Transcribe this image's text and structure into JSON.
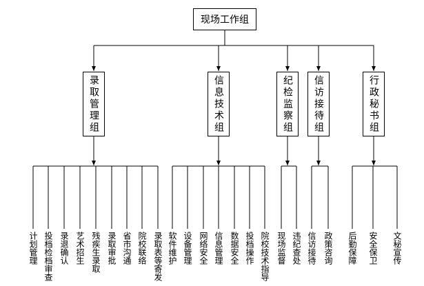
{
  "root": {
    "label": "现场工作组"
  },
  "groups": [
    {
      "label": "录取管理组",
      "children": [
        "计划管理",
        "投档检档审查",
        "录退确认",
        "艺术招生",
        "残疾生录取",
        "录取审批",
        "省市沟通",
        "院校联络",
        "录取表等寄发"
      ]
    },
    {
      "label": "信息技术组",
      "children": [
        "软件维护",
        "设备管理",
        "网络安全",
        "信息管理",
        "数据安全",
        "投档操作",
        "院校技术指导"
      ]
    },
    {
      "label": "纪检监察组",
      "children": [
        "现场监督",
        "违纪查处"
      ]
    },
    {
      "label": "信访接待组",
      "children": [
        "信访接待",
        "政策咨询"
      ]
    },
    {
      "label": "行政秘书组",
      "children": [
        "后勤保障",
        "安全保卫",
        "文秘宣传"
      ]
    }
  ]
}
